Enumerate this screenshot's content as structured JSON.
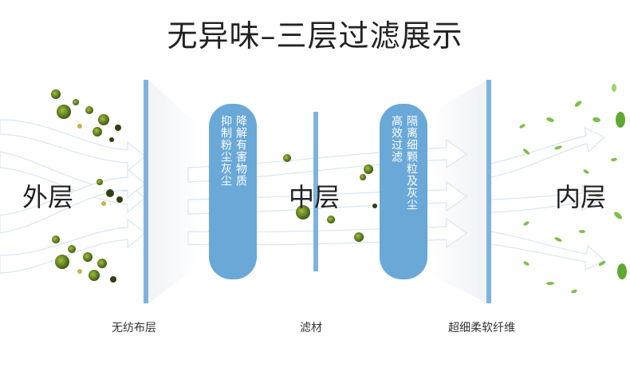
{
  "title": "无异味–三层过滤展示",
  "zones": {
    "outer": "外层",
    "middle": "中层",
    "inner": "内层"
  },
  "captions": {
    "layer1": "无纺布层",
    "layer2": "滤材",
    "layer3": "超细柔软纤维"
  },
  "pill_left": {
    "line1": "抑制粉尘灰尘",
    "line2": "降解有害物质"
  },
  "pill_right": {
    "line1": "高效过滤",
    "line2": "隔离细颗粒及灰尘"
  },
  "colors": {
    "accent": "#6aa8d8",
    "layer": "#7fb3dd",
    "particle": "#6b8a1f",
    "leaf": "#7cc04a"
  }
}
